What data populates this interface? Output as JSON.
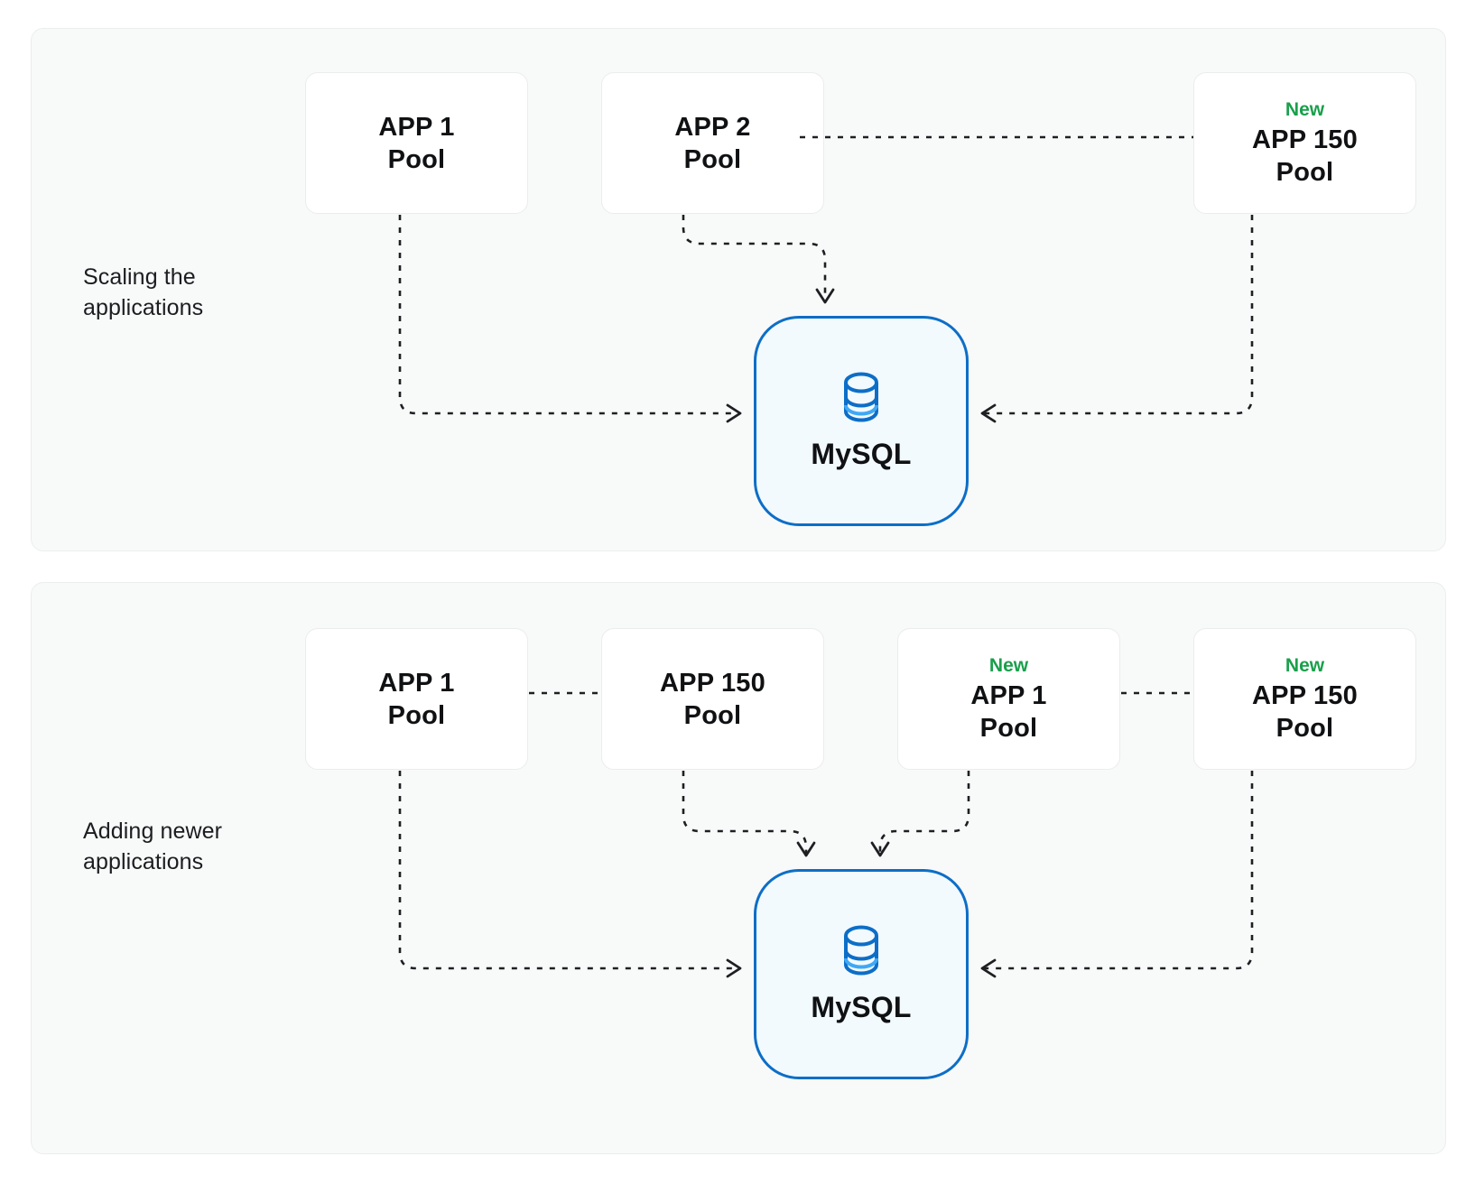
{
  "page": {
    "background": "#ffffff",
    "accent_blue": "#0d6ec7",
    "badge_green": "#19a04b",
    "panel_bg": "#f8f9f9",
    "node_bg": "#ffffff",
    "db_bg": "#f2fafe"
  },
  "panels": [
    {
      "id": "scaling",
      "label": "Scaling the\napplications",
      "nodes": [
        {
          "id": "p1-app1",
          "badge": "",
          "title": "APP 1\nPool"
        },
        {
          "id": "p1-app2",
          "badge": "",
          "title": "APP 2\nPool"
        },
        {
          "id": "p1-app150",
          "badge": "New",
          "title": "APP 150\nPool"
        }
      ],
      "database": {
        "id": "p1-mysql",
        "title": "MySQL",
        "icon": "database-icon"
      }
    },
    {
      "id": "adding",
      "label": "Adding newer\napplications",
      "nodes": [
        {
          "id": "p2-app1",
          "badge": "",
          "title": "APP 1\nPool"
        },
        {
          "id": "p2-app150",
          "badge": "",
          "title": "APP 150\nPool"
        },
        {
          "id": "p2-newapp1",
          "badge": "New",
          "title": "APP 1\nPool"
        },
        {
          "id": "p2-newapp150",
          "badge": "New",
          "title": "APP 150\nPool"
        }
      ],
      "database": {
        "id": "p2-mysql",
        "title": "MySQL",
        "icon": "database-icon"
      }
    }
  ]
}
